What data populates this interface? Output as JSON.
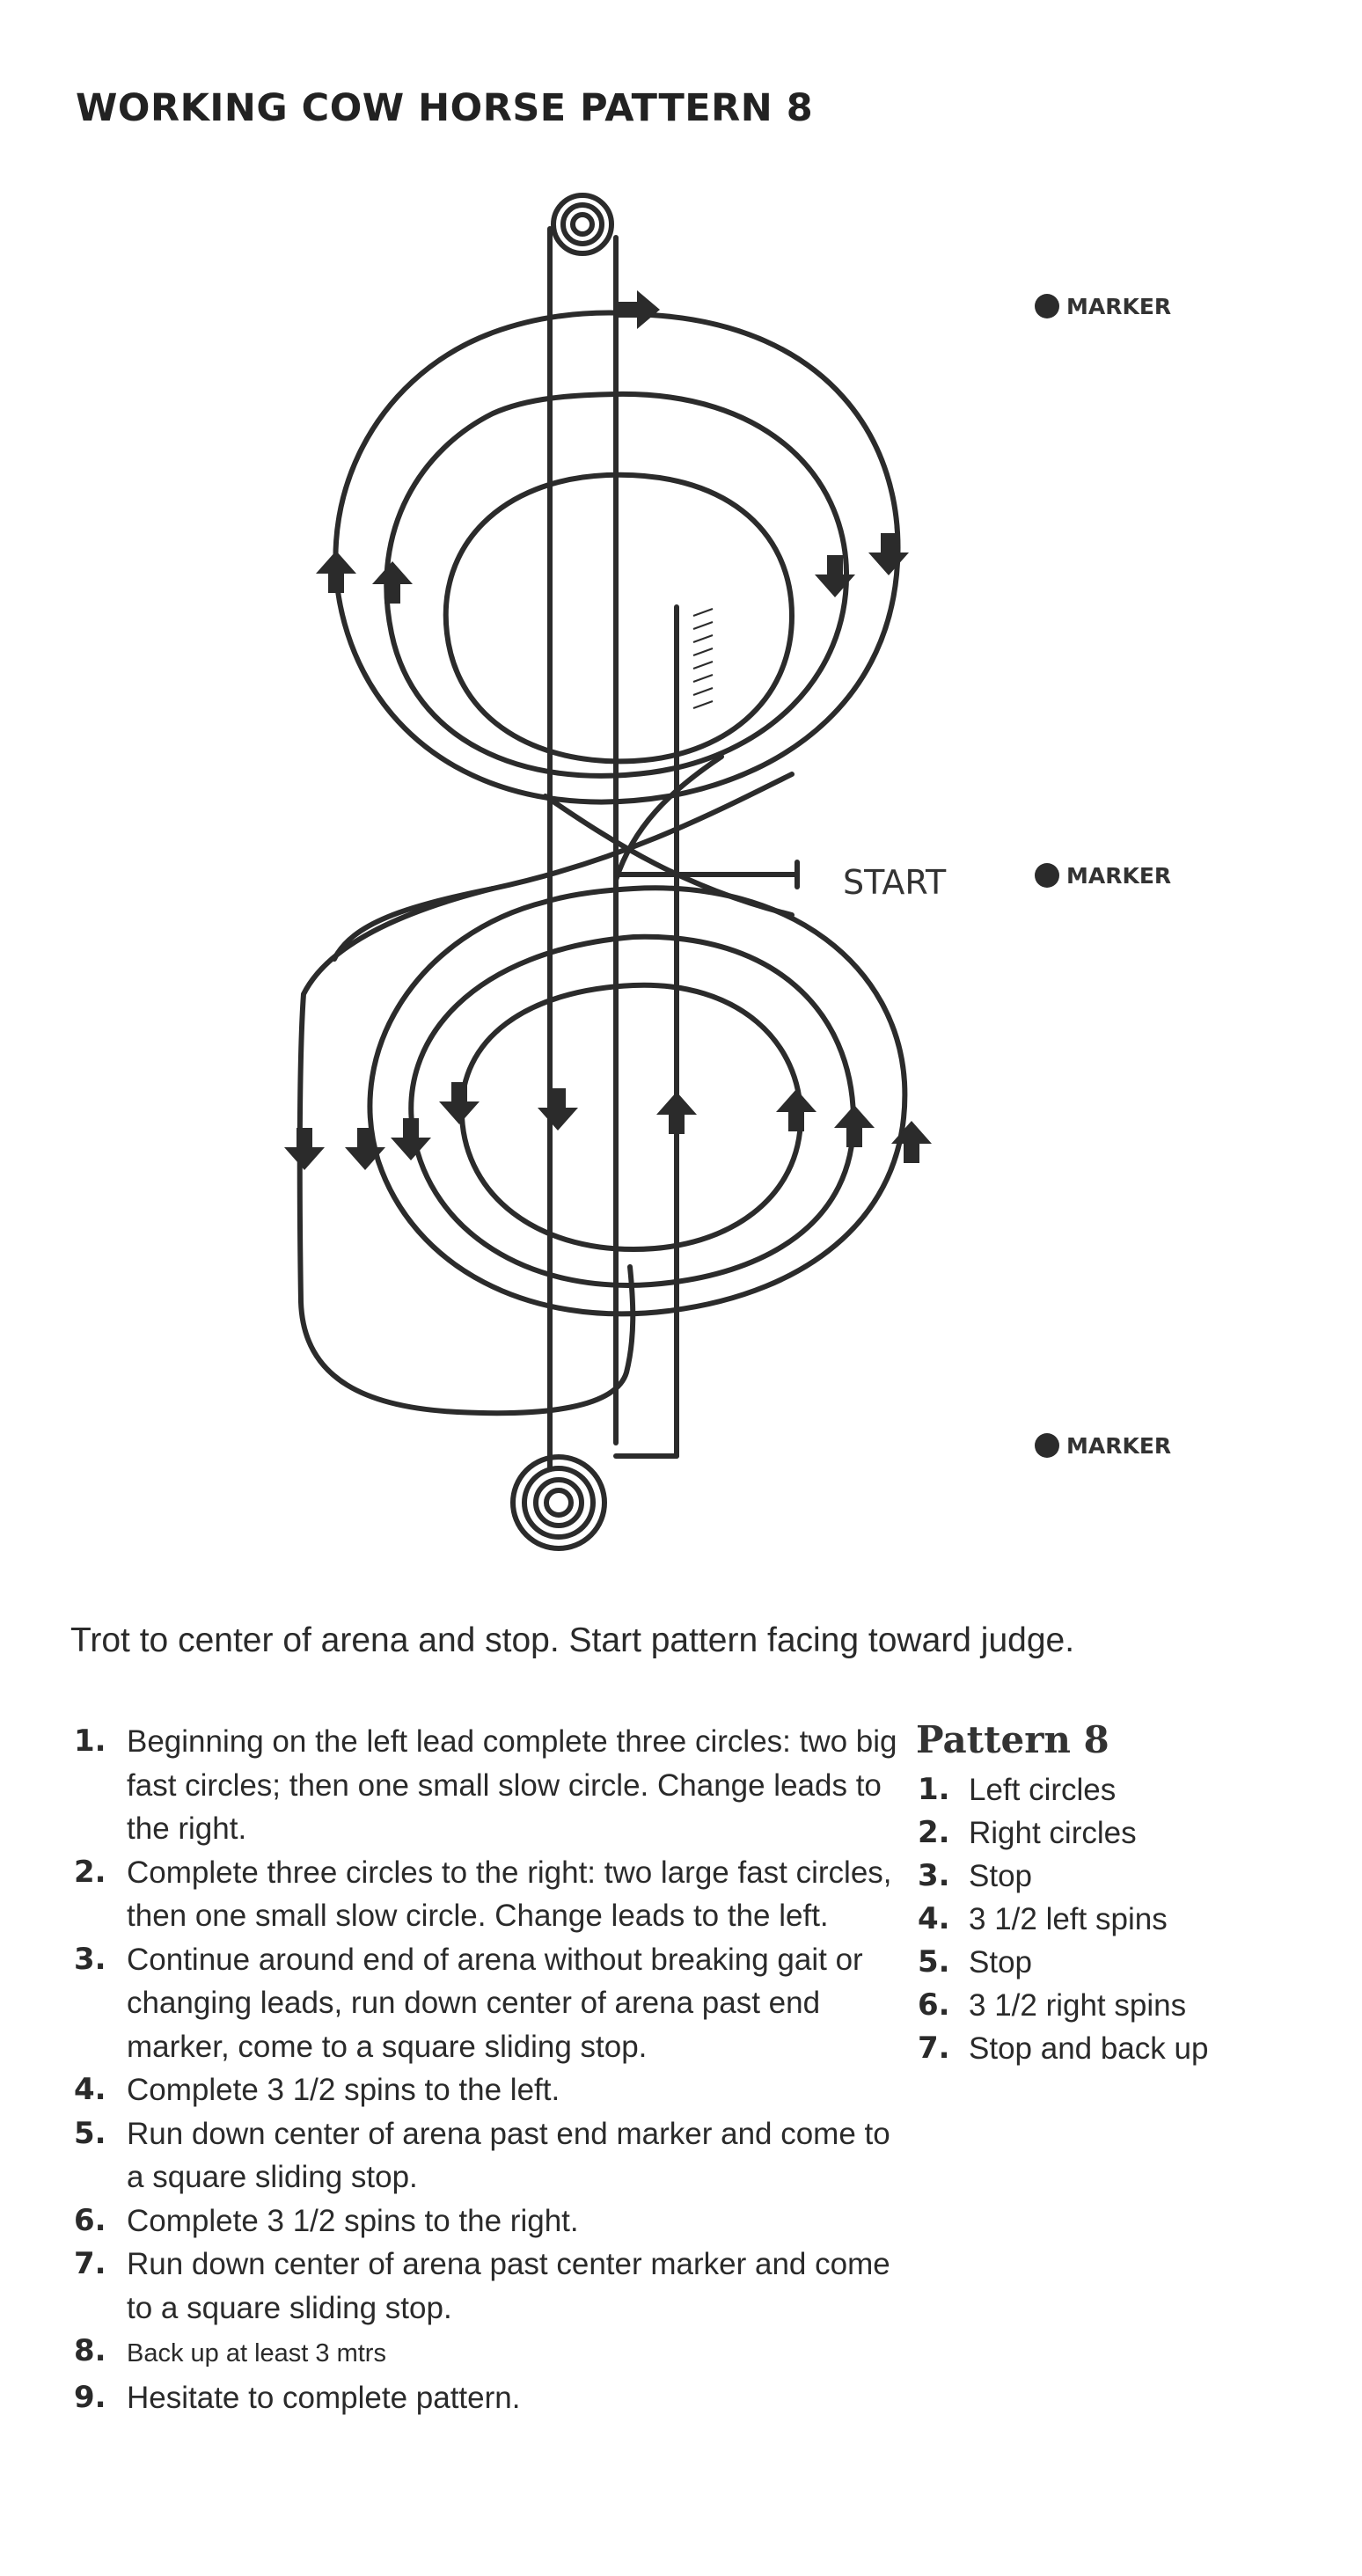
{
  "title": "WORKING COW HORSE PATTERN 8",
  "markers": [
    "MARKER",
    "MARKER",
    "MARKER"
  ],
  "start_label": "START",
  "intro": "Trot to center of arena and stop. Start pattern facing toward judge.",
  "steps": [
    {
      "num": "1.",
      "text": "Beginning on the left lead complete three circles: two big fast circles; then one small slow circle.  Change leads to the right."
    },
    {
      "num": "2.",
      "text": "Complete three circles to the right: two large fast circles, then one small slow circle. Change leads to the left."
    },
    {
      "num": "3.",
      "text": "Continue around end of arena without breaking gait or changing leads, run down center of arena past end marker, come to a square sliding stop."
    },
    {
      "num": "4.",
      "text": "Complete 3 1/2 spins to the left."
    },
    {
      "num": "5.",
      "text": "Run down center of arena past end marker and come to a square sliding stop."
    },
    {
      "num": "6.",
      "text": "Complete 3 1/2 spins to the right."
    },
    {
      "num": "7.",
      "text": "Run down center of arena past center marker and come to a square sliding stop."
    },
    {
      "num": "8.",
      "text": "Back up at least 3 mtrs"
    },
    {
      "num": "9.",
      "text": "Hesitate to complete pattern."
    }
  ],
  "summary": {
    "title": "Pattern 8",
    "items": [
      {
        "num": "1.",
        "text": "Left circles"
      },
      {
        "num": "2.",
        "text": "Right circles"
      },
      {
        "num": "3.",
        "text": "Stop"
      },
      {
        "num": "4.",
        "text": "3 1/2 left spins"
      },
      {
        "num": "5.",
        "text": "Stop"
      },
      {
        "num": "6.",
        "text": "3 1/2 right spins"
      },
      {
        "num": "7.",
        "text": "Stop and back up"
      }
    ]
  },
  "colors": {
    "line": "#2b2b2b",
    "marker": "#2b2b2b",
    "text": "#2a2a2a"
  }
}
